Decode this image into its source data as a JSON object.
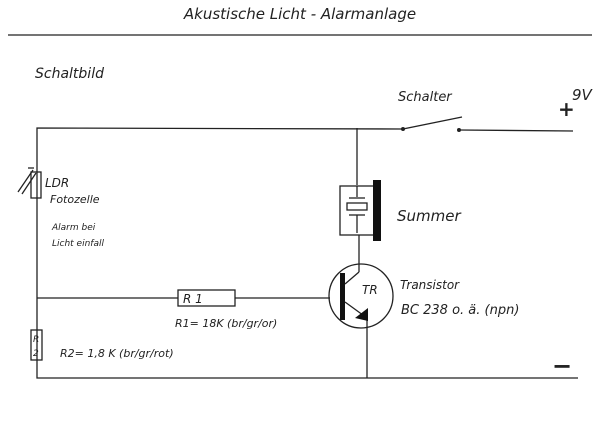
{
  "title": "Akustische Licht - Alarmanlage",
  "subtitle": "Schaltbild",
  "components": {
    "switch": {
      "label": "Schalter"
    },
    "supply": {
      "voltage": "9V",
      "plus": "+",
      "minus": "−"
    },
    "buzzer": {
      "label": "Summer"
    },
    "ldr": {
      "label": "LDR",
      "desc": "Fotozelle",
      "note_line1": "Alarm bei",
      "note_line2": "Licht einfall"
    },
    "r1": {
      "symbol": "R 1",
      "value": "R1= 18K (br/gr/or)"
    },
    "r2": {
      "symbol_top": "R",
      "symbol_bottom": "2",
      "value": "R2= 1,8 K (br/gr/rot)"
    },
    "transistor": {
      "symbol": "TR",
      "label": "Transistor",
      "type": "BC 238 o. ä. (npn)"
    }
  },
  "colors": {
    "ink": "#222222",
    "paper": "#ffffff"
  }
}
